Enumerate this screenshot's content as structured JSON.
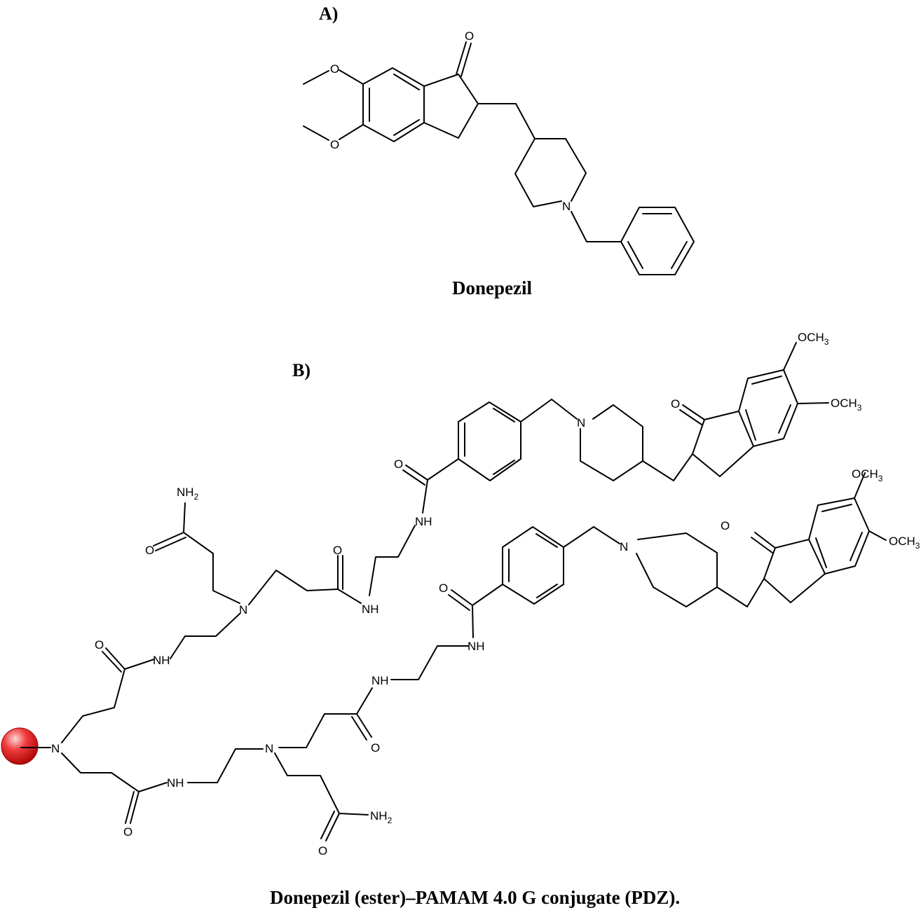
{
  "panel_a": {
    "label": "A)",
    "caption": "Donepezil",
    "atoms": {
      "ketone_o": "O",
      "methoxy_o1": "O",
      "methoxy_o2": "O",
      "piperidine_n": "N"
    }
  },
  "panel_b": {
    "label": "B)",
    "caption": "Donepezil (ester)–PAMAM 4.0 G conjugate (PDZ).",
    "colors": {
      "core_sphere": "#e01818"
    },
    "upper_unit": {
      "methoxy1": "OCH",
      "methoxy1_sub": "3",
      "methoxy2": "OCH",
      "methoxy2_sub": "3",
      "ketone_o": "O",
      "piperidine_n": "N",
      "amide_o": "O",
      "amide_nh": "NH"
    },
    "lower_unit": {
      "methoxy1": "OCH",
      "methoxy1_sub": "3",
      "methoxy2": "OCH",
      "methoxy2_sub": "3",
      "ketone_o": "O",
      "piperidine_n": "N",
      "amide_o": "O",
      "amide_nh": "NH"
    },
    "dendron": {
      "core_n": "N",
      "n_upper": "N",
      "n_lower": "N",
      "nh_upper_arm": "NH",
      "nh_lower_arm": "NH",
      "nh_upper_branch": "NH",
      "nh_lower_branch": "NH",
      "o_upper_arm": "O",
      "o_lower_arm": "O",
      "o_upper_branch": "O",
      "o_lower_branch": "O",
      "o_amide_top": "O",
      "o_amide_bottom": "O",
      "nh2_top": "NH",
      "nh2_top_sub": "2",
      "nh2_bottom": "NH",
      "nh2_bottom_sub": "2"
    }
  }
}
